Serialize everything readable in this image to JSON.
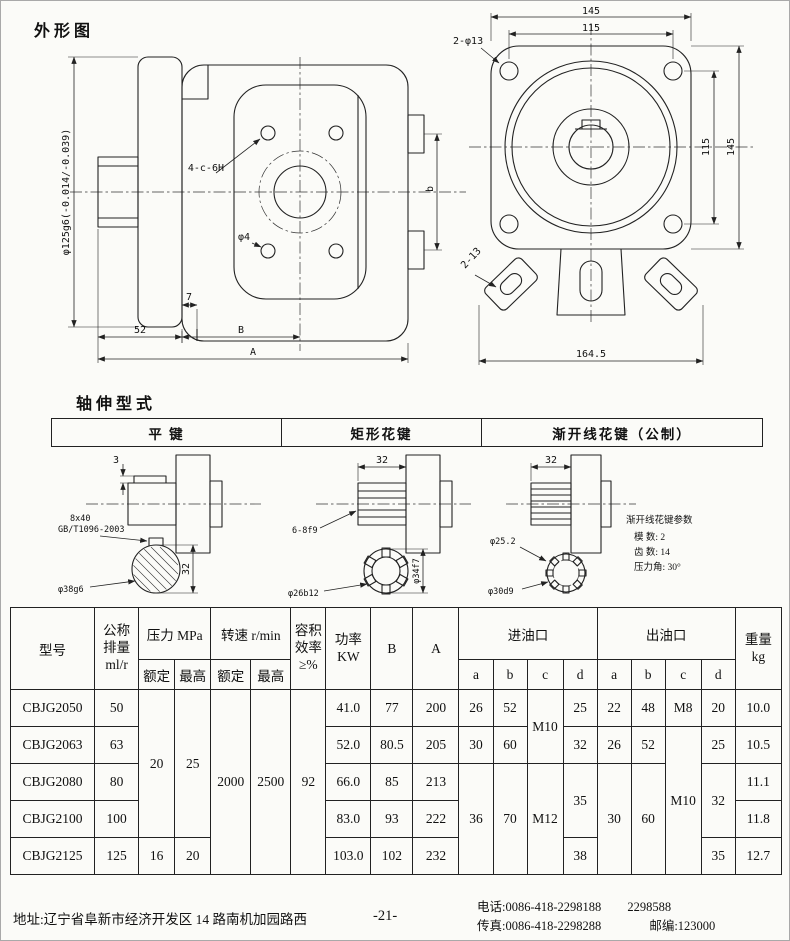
{
  "page": {
    "outline_title": "外形图",
    "shaft_title": "轴伸型式",
    "page_number": "-21-"
  },
  "outline": {
    "side_view": {
      "dim_shaft_tol": "φ125g6(-0.014/-0.039)",
      "dim_holes": "4-c-6H",
      "dim_phi4": "φ4",
      "dim_7": "7",
      "dim_52": "52",
      "dim_B": "B",
      "dim_A": "A",
      "dim_b": "b"
    },
    "front_view": {
      "dim_145_top": "145",
      "dim_115_top": "115",
      "dim_2phi13": "2-φ13",
      "dim_115_right": "115",
      "dim_145_right": "145",
      "dim_2_13": "2-13",
      "dim_164_5": "164.5"
    }
  },
  "shaft_types": {
    "headers": [
      "平 键",
      "矩形花键",
      "渐开线花键（公制）"
    ],
    "flat_key": {
      "dim_3": "3",
      "key_spec_line1": "8x40",
      "key_spec_line2": "GB/T1096-2003",
      "dim_phi38": "φ38g6",
      "dim_32": "32"
    },
    "rect_spline": {
      "dim_32": "32",
      "dim_spline": "6-8f9",
      "dim_phi26": "φ26b12",
      "dim_phi34": "φ34f7"
    },
    "involute_spline": {
      "dim_32": "32",
      "dim_phi25": "φ25.2",
      "dim_phi30": "φ30d9",
      "param_title": "渐开线花键参数",
      "param_module": "模 数: 2",
      "param_teeth": "齿 数: 14",
      "param_angle": "压力角: 30°"
    }
  },
  "table": {
    "headers": {
      "model": "型号",
      "displacement": "公称\n排量\nml/r",
      "pressure": "压力 MPa",
      "speed": "转速 r/min",
      "efficiency": "容积\n效率\n≥%",
      "power": "功率\nKW",
      "B": "B",
      "A": "A",
      "inlet": "进油口",
      "outlet": "出油口",
      "weight": "重量\nkg",
      "rated": "额定",
      "max": "最高",
      "col_a": "a",
      "col_b": "b",
      "col_c": "c",
      "col_d": "d"
    },
    "rows": {
      "r1": {
        "model": "CBJG2050",
        "disp": "50",
        "p_rated": "20",
        "p_max": "25",
        "n_rated": "2000",
        "n_max": "2500",
        "eff": "92",
        "kw": "41.0",
        "B": "77",
        "A": "200",
        "in_a": "26",
        "in_b": "52",
        "in_c": "M10",
        "in_d": "25",
        "out_a": "22",
        "out_b": "48",
        "out_c": "M8",
        "out_d": "20",
        "wt": "10.0"
      },
      "r2": {
        "model": "CBJG2063",
        "disp": "63",
        "kw": "52.0",
        "B": "80.5",
        "A": "205",
        "in_a": "30",
        "in_b": "60",
        "in_d": "32",
        "out_a": "26",
        "out_b": "52",
        "out_c": "M10",
        "out_d": "25",
        "wt": "10.5"
      },
      "r3": {
        "model": "CBJG2080",
        "disp": "80",
        "kw": "66.0",
        "B": "85",
        "A": "213",
        "in_a": "36",
        "in_b": "70",
        "in_c": "M12",
        "in_d": "35",
        "out_a": "30",
        "out_b": "60",
        "out_d": "32",
        "wt": "11.1"
      },
      "r4": {
        "model": "CBJG2100",
        "disp": "100",
        "kw": "83.0",
        "B": "93",
        "A": "222",
        "wt": "11.8"
      },
      "r5": {
        "model": "CBJG2125",
        "disp": "125",
        "p_rated": "16",
        "p_max": "20",
        "kw": "103.0",
        "B": "102",
        "A": "232",
        "in_d": "38",
        "out_d": "35",
        "wt": "12.7"
      }
    }
  },
  "footer": {
    "address": "地址:辽宁省阜新市经济开发区 14 路南机加园路西",
    "phone_label": "电话:0086-418-2298188",
    "phone2": "2298588",
    "fax": "传真:0086-418-2298288",
    "postcode": "邮编:123000"
  }
}
